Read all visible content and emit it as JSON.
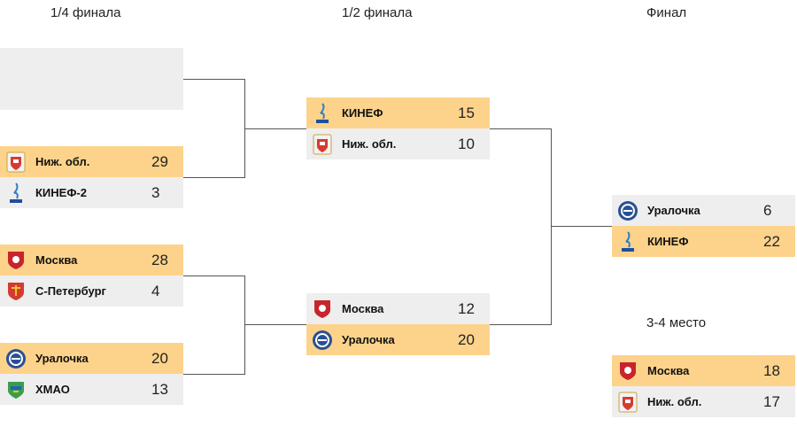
{
  "rounds": {
    "quarter": "1/4 финала",
    "semi": "1/2 финала",
    "final": "Финал",
    "third": "3-4 место"
  },
  "quarterfinals": [
    {
      "top": {
        "name": "",
        "score": ""
      },
      "bottom": {
        "name": "",
        "score": ""
      }
    },
    {
      "top": {
        "name": "Ниж. обл.",
        "score": "29",
        "logo": "nizhny-oblast-crest-icon"
      },
      "bottom": {
        "name": "КИНЕФ-2",
        "score": "3",
        "logo": "kinef-logo-icon"
      }
    },
    {
      "top": {
        "name": "Москва",
        "score": "28",
        "logo": "moscow-crest-icon"
      },
      "bottom": {
        "name": "С-Петербург",
        "score": "4",
        "logo": "spb-crest-icon"
      }
    },
    {
      "top": {
        "name": "Уралочка",
        "score": "20",
        "logo": "uralochka-logo-icon"
      },
      "bottom": {
        "name": "ХМАО",
        "score": "13",
        "logo": "khmao-crest-icon"
      }
    }
  ],
  "semifinals": [
    {
      "top": {
        "name": "КИНЕФ",
        "score": "15",
        "logo": "kinef-logo-icon"
      },
      "bottom": {
        "name": "Ниж. обл.",
        "score": "10",
        "logo": "nizhny-oblast-crest-icon"
      }
    },
    {
      "top": {
        "name": "Москва",
        "score": "12",
        "logo": "moscow-crest-icon"
      },
      "bottom": {
        "name": "Уралочка",
        "score": "20",
        "logo": "uralochka-logo-icon"
      }
    }
  ],
  "final": {
    "top": {
      "name": "Уралочка",
      "score": "6",
      "logo": "uralochka-logo-icon"
    },
    "bottom": {
      "name": "КИНЕФ",
      "score": "22",
      "logo": "kinef-logo-icon"
    }
  },
  "third_place": {
    "top": {
      "name": "Москва",
      "score": "18",
      "logo": "moscow-crest-icon"
    },
    "bottom": {
      "name": "Ниж. обл.",
      "score": "17",
      "logo": "nizhny-oblast-crest-icon"
    }
  },
  "colors": {
    "winner": "#fdd38b",
    "loser": "#eeeeee",
    "line": "#555555"
  }
}
